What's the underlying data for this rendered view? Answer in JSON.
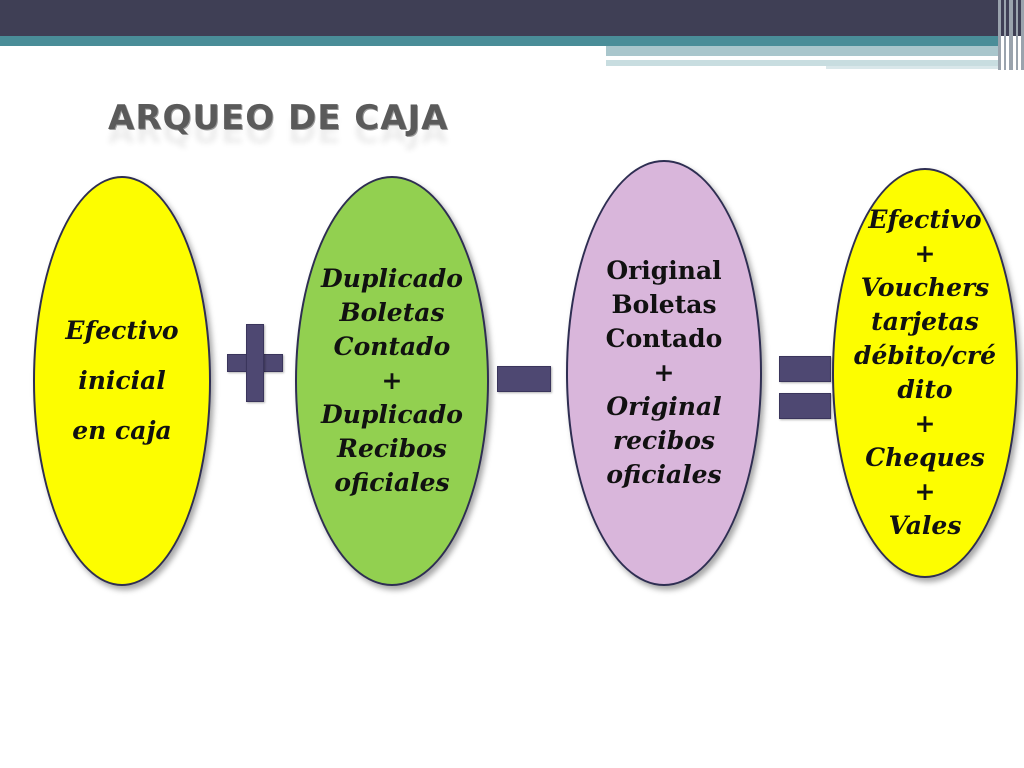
{
  "title": "ARQUEO DE CAJA",
  "boxes": [
    {
      "lines": [
        "Efectivo",
        "inicial",
        "en caja"
      ]
    },
    {
      "lines": [
        "Duplicado",
        "Boletas",
        "Contado",
        "+",
        "Duplicado",
        "Recibos",
        "oficiales"
      ]
    },
    {
      "lines": [
        "Original",
        "Boletas",
        "Contado",
        "+",
        "Original",
        "recibos",
        "oficiales"
      ]
    },
    {
      "lines": [
        "Efectivo",
        "+",
        "Vouchers",
        "tarjetas",
        "débito/cré",
        "dito",
        "+",
        "Cheques",
        "+",
        "Vales"
      ]
    }
  ],
  "operators": [
    "plus-sign",
    "minus-sign",
    "equals-sign"
  ],
  "colors": {
    "box1": "#fdfd00",
    "box2": "#92d050",
    "box3": "#d9b6db",
    "box4": "#fdfd00",
    "operator": "#4e4872",
    "header": "#3f3f55",
    "accent": "#4a8d98"
  }
}
